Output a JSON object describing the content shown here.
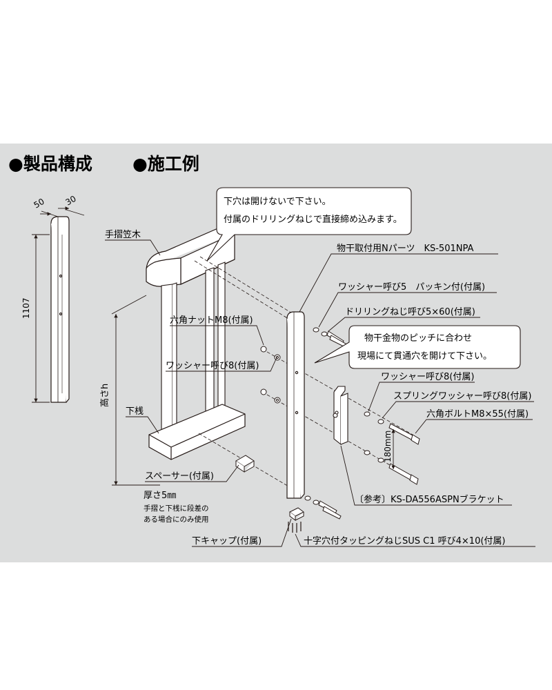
{
  "header": {
    "section1": "●製品構成",
    "section2": "●施工例"
  },
  "dimensions": {
    "width_a": "50",
    "width_b": "30",
    "post_height": "1107",
    "height_label": "高さh",
    "pitch": "180mm"
  },
  "callouts": {
    "top_line1": "下穴は開けないで下さい。",
    "top_line2": "付属のドリリングねじで直接締め込みます。",
    "mid_line1": "物干金物のピッチに合わせ",
    "mid_line2": "現場にて貫通穴を開けて下さい。"
  },
  "labels": {
    "handrail": "手摺笠木",
    "n_parts": "物干取付用Nパーツ　KS-501NPA",
    "washer5": "ワッシャー呼び5　パッキン付(付属)",
    "drill_screw": "ドリリングねじ呼び5×60(付属)",
    "hex_nut": "六角ナットM8(付属)",
    "washer8_left": "ワッシャー呼び8(付属)",
    "washer8_right": "ワッシャー呼び8(付属)",
    "spring_washer": "スプリングワッシャー呼び8(付属)",
    "hex_bolt": "六角ボルトM8×55(付属)",
    "lower_rail": "下桟",
    "spacer": "スペーサー(付属)",
    "thickness": "厚さ5㎜",
    "spacer_note1": "手摺と下桟に段差の",
    "spacer_note2": "ある場合にのみ使用",
    "bracket": "〔参考〕KS-DA556ASPNブラケット",
    "bottom_cap": "下キャップ(付属)",
    "tapping_screw": "十字穴付タッピングねじSUS C1 呼び4×10(付属)"
  },
  "colors": {
    "panel_bg": "#dcdddd",
    "line": "#231815",
    "fill": "#ffffff"
  }
}
